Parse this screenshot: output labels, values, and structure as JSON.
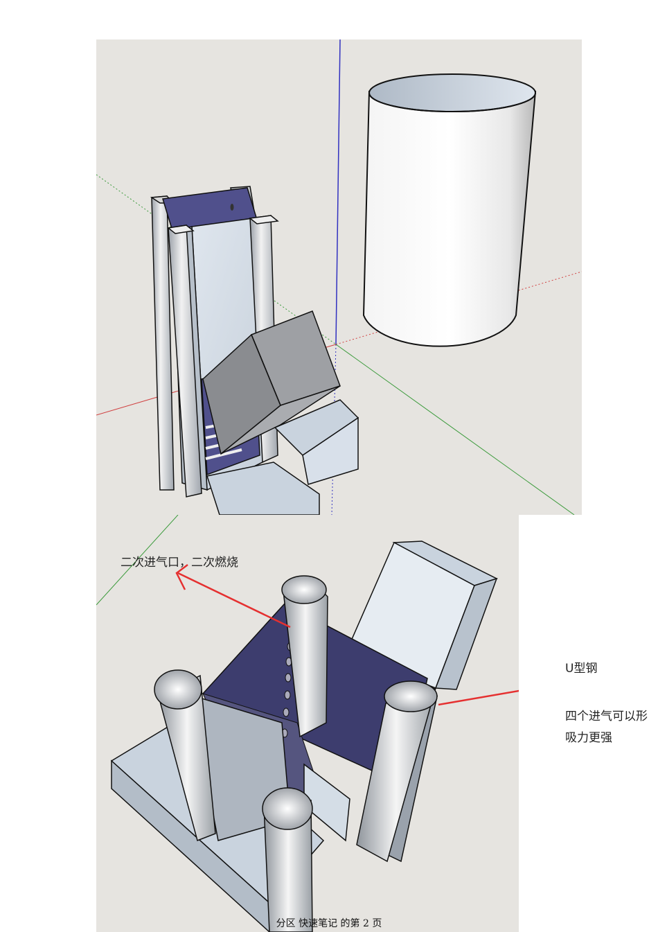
{
  "annotations": {
    "secondary_air": "二次进气口，二次燃烧",
    "u_steel": "U型钢",
    "four_inlets_line1": "四个进气可以形",
    "four_inlets_line2": "吸力更强"
  },
  "footer": {
    "text": "分区 快速笔记 的第 2 页"
  },
  "colors": {
    "viewport_bg": "#e6e4e0",
    "interior": "#50508c",
    "steel": "#c9d3de",
    "arrow": "#e53030",
    "axis_red": "#d04040",
    "axis_green": "#3a9a3a",
    "axis_blue": "#3030c0"
  }
}
